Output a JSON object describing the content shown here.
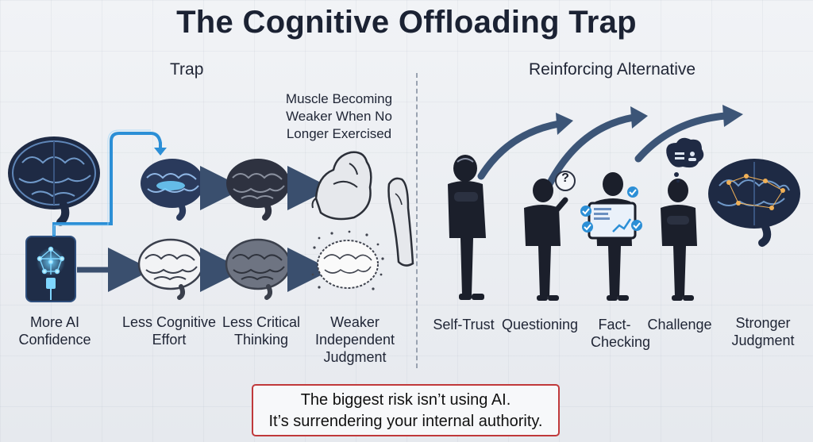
{
  "title": "The Cognitive Offloading Trap",
  "sections": {
    "trap": "Trap",
    "alternative": "Reinforcing Alternative"
  },
  "muscle_caption": "Muscle Becoming Weaker When No Longer Exercised",
  "trap_labels": {
    "more_ai": "More AI Confidence",
    "less_effort": "Less Cognitive Effort",
    "less_critical": "Less Critical Thinking",
    "weaker": "Weaker Independent Judgment"
  },
  "alt_labels": {
    "self_trust": "Self-Trust",
    "questioning": "Questioning",
    "fact_checking": "Fact-Checking",
    "challenge": "Challenge",
    "stronger": "Stronger Judgment"
  },
  "question_mark": "?",
  "quote": {
    "line1": "The biggest risk isn’t using AI.",
    "line2": "It’s surrendering your internal authority."
  },
  "colors": {
    "accent_blue": "#2c8fd6",
    "arrow_navy": "#3a4f6e",
    "quote_border": "#c0393b",
    "brain_dark": "#1e2a44"
  }
}
